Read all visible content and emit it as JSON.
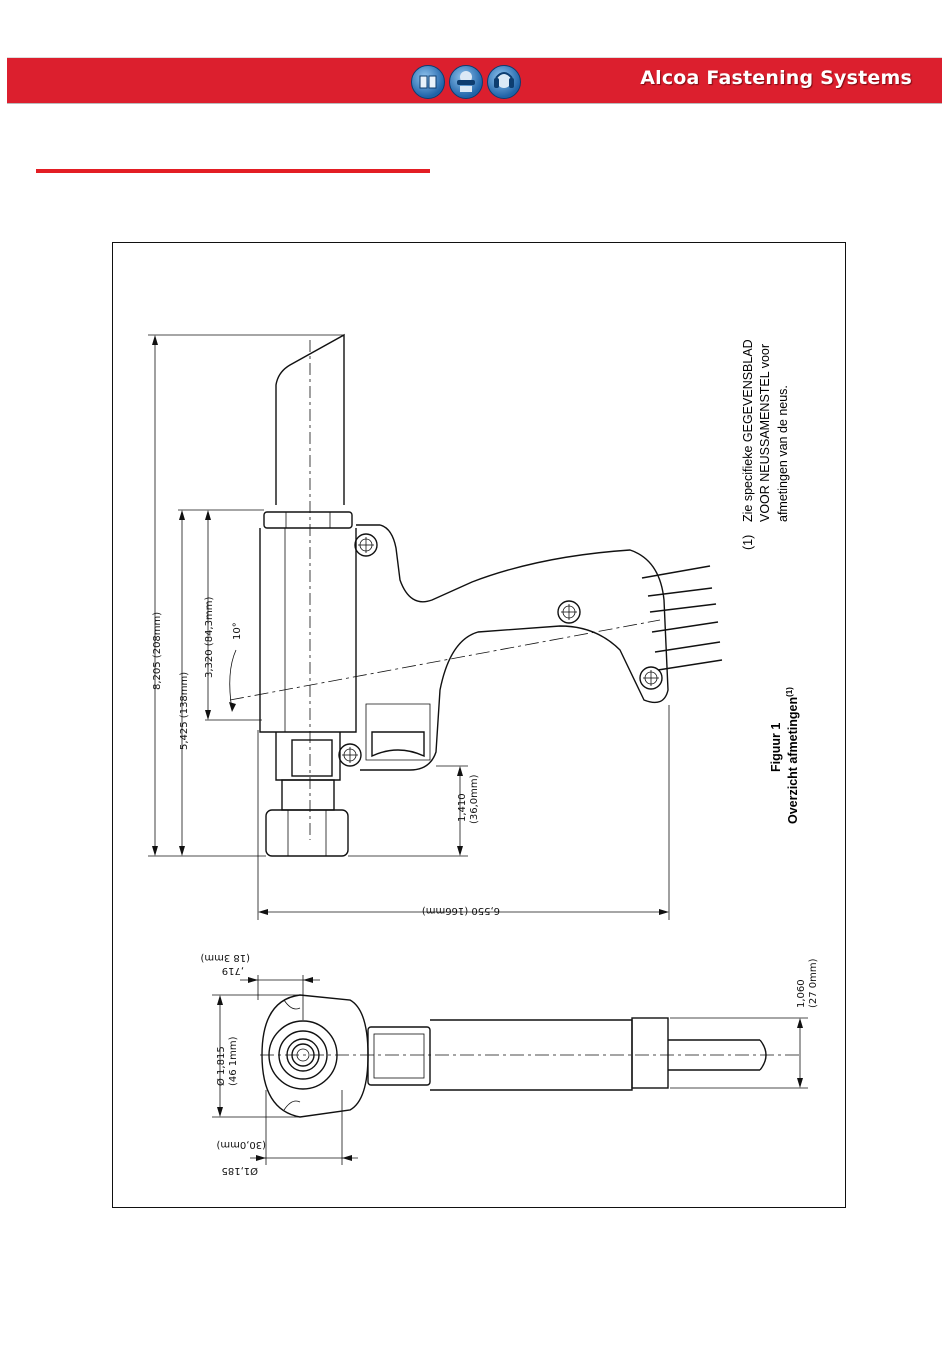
{
  "header": {
    "brand": "Alcoa Fastening Systems",
    "icons": [
      "manual-book-icon",
      "safety-glasses-icon",
      "ear-protection-icon"
    ],
    "colors": {
      "banner": "#dc1f2e",
      "rule": "#e31e24",
      "icon": "#1f63a8"
    }
  },
  "figure": {
    "note_number": "(1)",
    "note_lines": [
      "Zie specifieke GEGEVENSBLAD",
      "VOOR NEUSSAMENSTEL voor",
      "afmetingen van de neus."
    ],
    "caption_title": "Figuur 1",
    "caption_subtitle": "Overzicht afmetingen",
    "caption_superscript": "(1)",
    "side_view": {
      "overall_height": "8,205  (208mm)",
      "lower_height": "5,425  (138mm)",
      "upper_section": "3,320  (84,3mm)",
      "angle": "10°",
      "nose_offset_in": "1,410",
      "nose_offset_mm": "(36,0mm)",
      "overall_length": "6,550  (166mm)"
    },
    "end_view": {
      "offset_in": ",719",
      "offset_mm": "(18 3mm)",
      "outer_dia_in": "Ø 1,815",
      "outer_dia_mm": "(46 1mm)",
      "nose_dia_in": "Ø1,185",
      "nose_dia_mm": "(30,0mm)",
      "handle_in": "1,060",
      "handle_mm": "(27 0mm)"
    }
  }
}
